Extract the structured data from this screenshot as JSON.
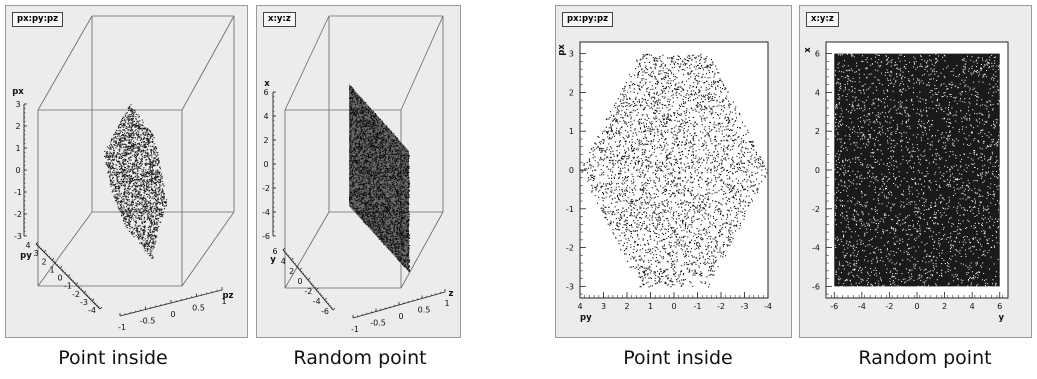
{
  "captions": {
    "left_inside": "Point inside",
    "left_random": "Random point",
    "right_inside": "Point inside",
    "right_random": "Random point"
  },
  "chart_data": [
    {
      "type": "scatter3d",
      "title": "px:py:pz",
      "axes": {
        "x": {
          "label": "pz",
          "ticks": [
            "-1",
            "-0.5",
            "0",
            "0.5",
            "1"
          ]
        },
        "y": {
          "label": "py",
          "ticks": [
            "4",
            "3",
            "2",
            "1",
            "0",
            "-1",
            "-2",
            "-3",
            "-4"
          ]
        },
        "z": {
          "label": "px",
          "ticks": [
            "-3",
            "-2",
            "-1",
            "0",
            "1",
            "2",
            "3"
          ]
        }
      },
      "shape": "flat hexagonal slab of points (pz ≈ 0, |py| ≤ 4, |px| ≤ 3)",
      "density": "medium"
    },
    {
      "type": "scatter3d",
      "title": "x:y:z",
      "axes": {
        "x": {
          "label": "z",
          "ticks": [
            "-1",
            "-0.5",
            "0",
            "0.5",
            "1"
          ]
        },
        "y": {
          "label": "y",
          "ticks": [
            "6",
            "4",
            "2",
            "0",
            "-2",
            "-4",
            "-6"
          ]
        },
        "z": {
          "label": "x",
          "ticks": [
            "-6",
            "-4",
            "-2",
            "0",
            "2",
            "4",
            "6"
          ]
        }
      },
      "shape": "flat rectangular slab of points (z ≈ 0, |y| ≤ 6, |x| ≤ 6)",
      "density": "high"
    },
    {
      "type": "scatter",
      "title": "px:py:pz",
      "xlabel": "py",
      "ylabel": "px",
      "xlim": [
        4,
        -4
      ],
      "ylim": [
        -3.3,
        3.3
      ],
      "xticks": [
        "4",
        "3",
        "2",
        "1",
        "0",
        "-1",
        "-2",
        "-3",
        "-4"
      ],
      "yticks": [
        "-3",
        "-2",
        "-1",
        "0",
        "1",
        "2",
        "3"
      ],
      "region": "hexagon with vertices (px,py): (3,1.5),(3,-1.5),(0,-4),(-3,-1.5),(-3,1.5),(0,4)",
      "density": "medium"
    },
    {
      "type": "scatter",
      "title": "x:y:z",
      "xlabel": "y",
      "ylabel": "x",
      "xlim": [
        -6.6,
        6.6
      ],
      "ylim": [
        -6.6,
        6.6
      ],
      "xticks": [
        "-6",
        "-4",
        "-2",
        "0",
        "2",
        "4",
        "6"
      ],
      "yticks": [
        "-6",
        "-4",
        "-2",
        "0",
        "2",
        "4",
        "6"
      ],
      "region": "rectangle |y| ≤ 6, |x| ≤ 6",
      "density": "high"
    }
  ]
}
